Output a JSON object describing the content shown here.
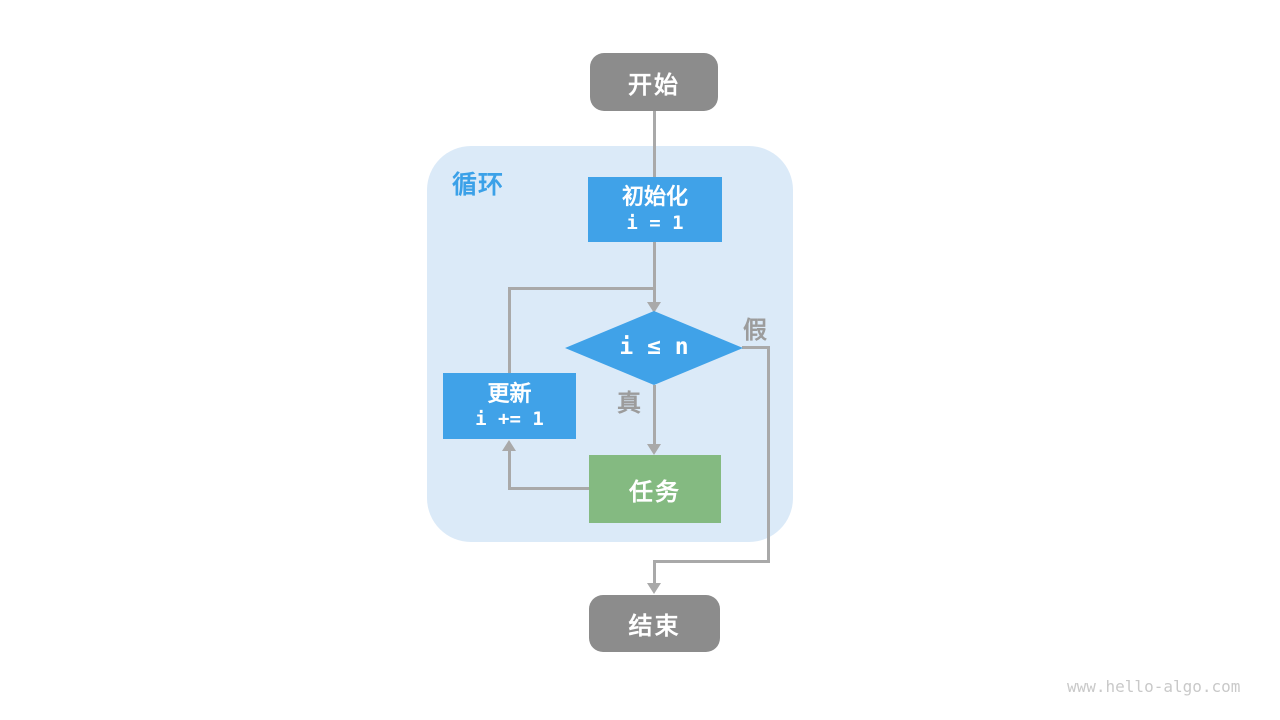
{
  "diagram": {
    "type": "flowchart",
    "topic": "while loop control flow",
    "region": {
      "label": "循环"
    },
    "nodes": {
      "start": {
        "label": "开始",
        "shape": "rounded",
        "color": "#8C8C8C"
      },
      "init": {
        "label": "初始化",
        "code": "i = 1",
        "shape": "rect",
        "color": "#40A2E8"
      },
      "condition": {
        "label": "i ≤ n",
        "shape": "diamond",
        "color": "#40A2E8"
      },
      "update": {
        "label": "更新",
        "code": "i += 1",
        "shape": "rect",
        "color": "#40A2E8"
      },
      "task": {
        "label": "任务",
        "shape": "rect",
        "color": "#84BA81"
      },
      "end": {
        "label": "结束",
        "shape": "rounded",
        "color": "#8C8C8C"
      }
    },
    "edge_labels": {
      "true": "真",
      "false": "假"
    },
    "edges": [
      {
        "from": "start",
        "to": "init",
        "label": ""
      },
      {
        "from": "init",
        "to": "condition",
        "label": ""
      },
      {
        "from": "condition",
        "to": "task",
        "label": "真"
      },
      {
        "from": "task",
        "to": "update",
        "label": ""
      },
      {
        "from": "update",
        "to": "condition",
        "label": ""
      },
      {
        "from": "condition",
        "to": "end",
        "label": "假"
      }
    ],
    "colors": {
      "node_blue": "#40A2E8",
      "node_green": "#84BA81",
      "node_gray": "#8C8C8C",
      "region_bg": "#DBEAF8",
      "region_label": "#3BA1E8",
      "edge_line": "#A9A9A9",
      "edge_label": "#9C9C9C",
      "watermark": "#C9C9C9"
    },
    "watermark": "www.hello-algo.com"
  }
}
